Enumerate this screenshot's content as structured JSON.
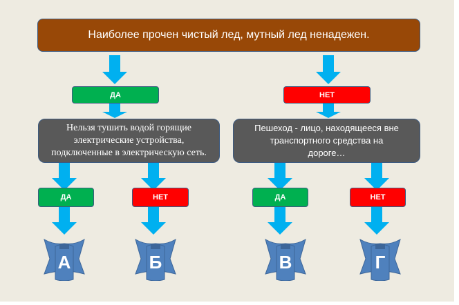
{
  "top_statement": "Наиболее прочен чистый лед, мутный лед ненадежен.",
  "level1": {
    "yes_label": "ДА",
    "no_label": "НЕТ"
  },
  "left_statement": "Нельзя  тушить водой горящие электрические устройства, подключенные в электрическую сеть.",
  "right_statement": "Пешеход  - лицо, находящееся вне транспортного средства на дороге…",
  "level2": [
    {
      "label": "ДА",
      "result": "А"
    },
    {
      "label": "НЕТ",
      "result": "Б"
    },
    {
      "label": "ДА",
      "result": "В"
    },
    {
      "label": "НЕТ",
      "result": "Г"
    }
  ],
  "colors": {
    "background": "#eeebe1",
    "top_box": "#984807",
    "yes": "#00b050",
    "no": "#ff0000",
    "statement": "#595959",
    "arrow": "#00b0f0",
    "result": "#4f81bd"
  }
}
